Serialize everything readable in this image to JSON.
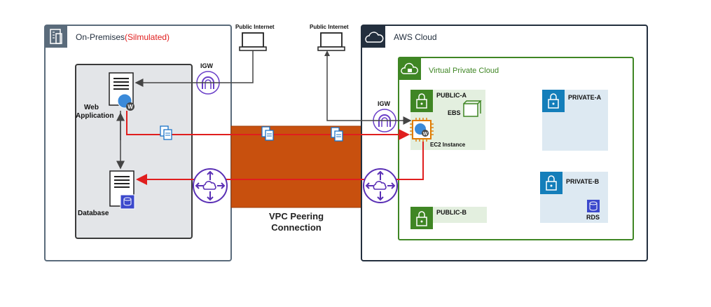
{
  "onprem": {
    "title_prefix": "On-Premises",
    "title_suffix": "(Silmulated)",
    "web_app_label_line1": "Web",
    "web_app_label_line2": "Application",
    "database_label": "Database",
    "igw_label": "IGW"
  },
  "internet": {
    "left_label": "Public Internet",
    "right_label": "Public Internet"
  },
  "peering": {
    "label_line1": "VPC Peering",
    "label_line2": "Connection"
  },
  "aws": {
    "title": "AWS Cloud",
    "vpc_title": "Virtual Private Cloud",
    "igw_label": "IGW",
    "public_a": "PUBLIC-A",
    "public_b": "PUBLIC-B",
    "private_a": "PRIVATE-A",
    "private_b": "PRIVATE-B",
    "ebs_label": "EBS",
    "ec2_label": "EC2 Instance",
    "rds_label": "RDS"
  },
  "colors": {
    "onprem_border": "#5a6b7b",
    "onprem_inner_fill": "#e3e5e8",
    "aws_border": "#232f3e",
    "vpc_green": "#3f8624",
    "public_subnet_fill": "#e3efdf",
    "private_subnet_fill": "#dde9f2",
    "private_badge": "#147eba",
    "peering_fill": "#c8500e",
    "router_purple": "#5a30b5",
    "red_line": "#e01e1e",
    "suffix_red": "#e01e1e"
  }
}
